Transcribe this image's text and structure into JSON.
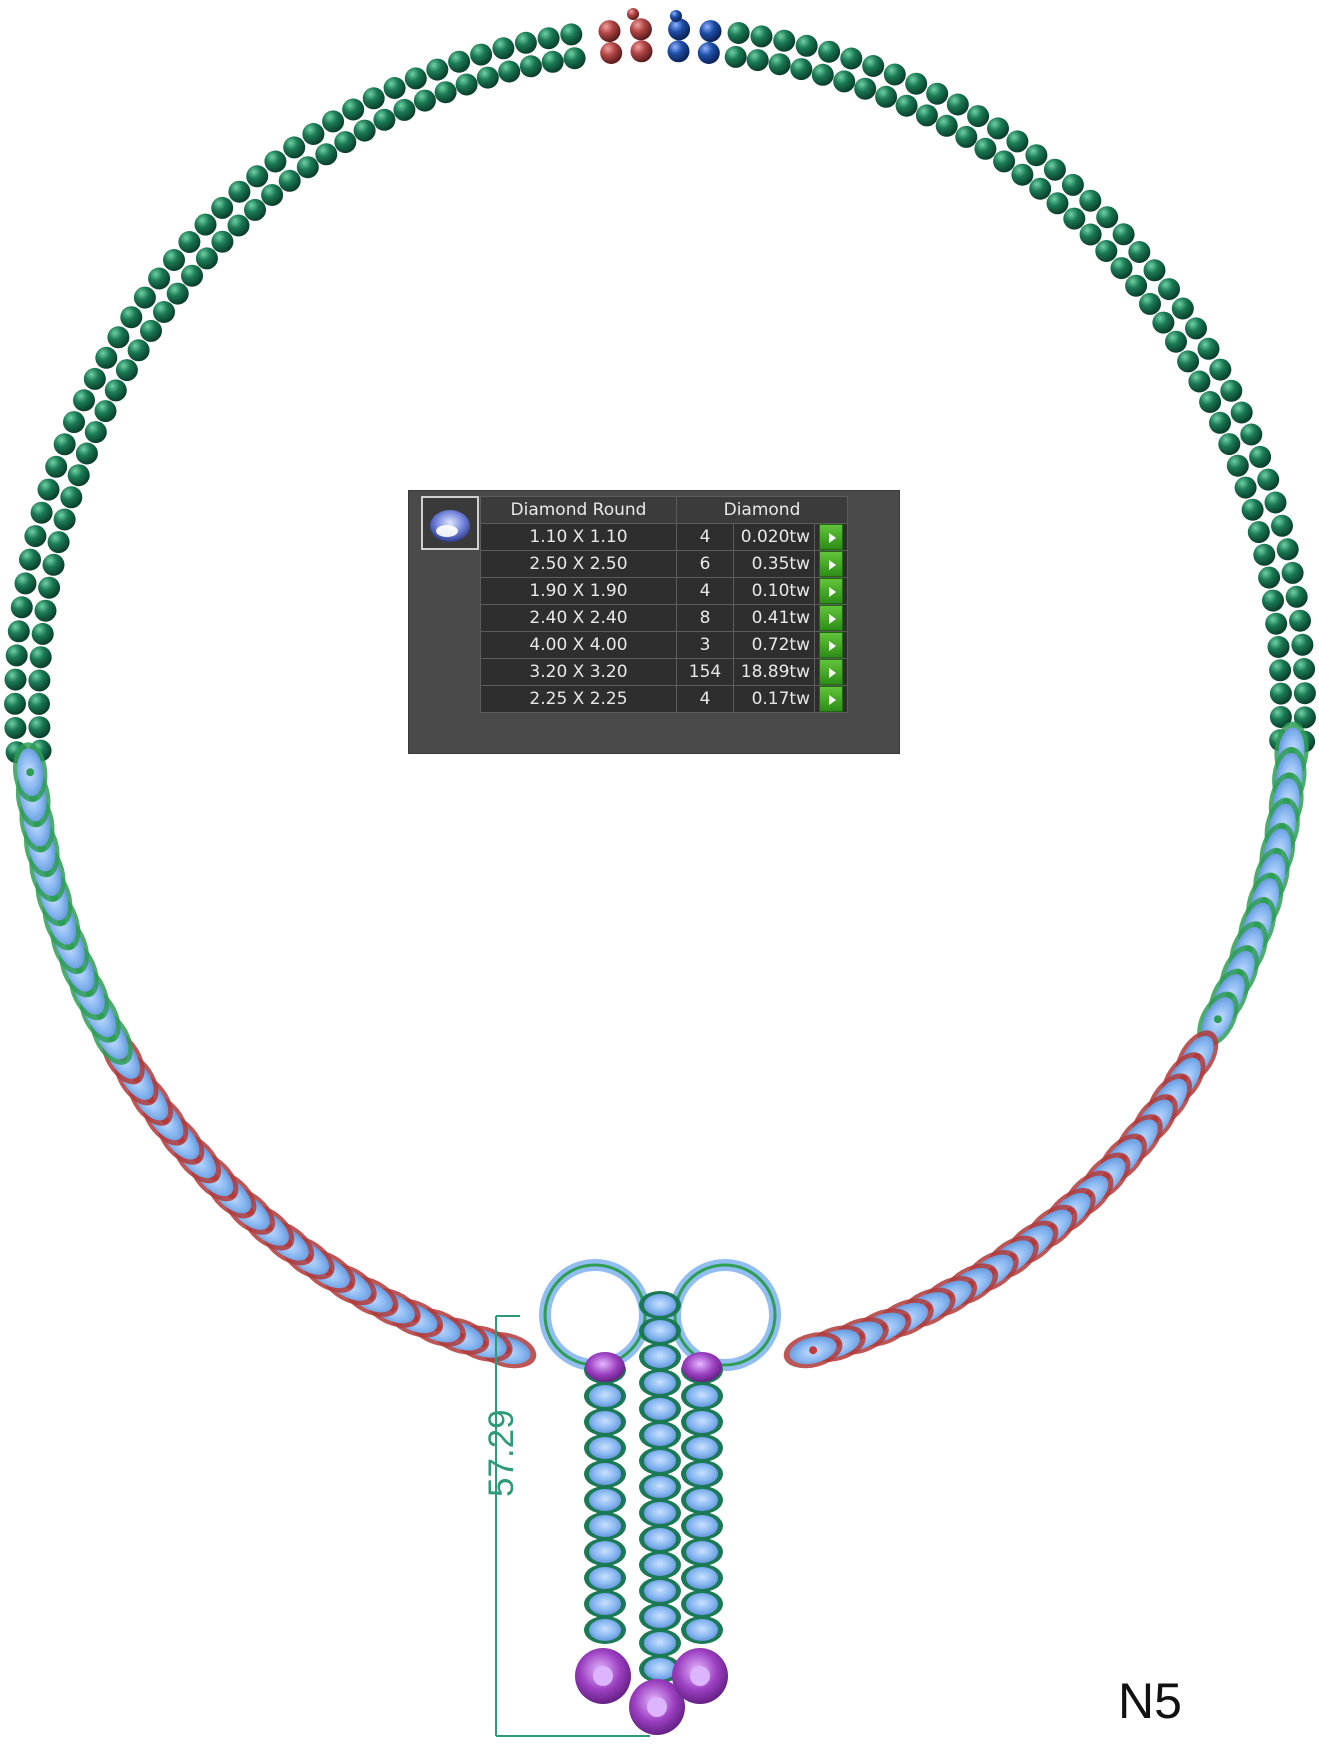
{
  "table": {
    "header_shape": "Diamond Round",
    "header_material": "Diamond",
    "thumbnail_icon": "round-gem-icon",
    "rows": [
      {
        "size": "1.10 X 1.10",
        "count": "4",
        "weight": "0.020tw"
      },
      {
        "size": "2.50 X 2.50",
        "count": "6",
        "weight": "0.35tw"
      },
      {
        "size": "1.90 X 1.90",
        "count": "4",
        "weight": "0.10tw"
      },
      {
        "size": "2.40 X 2.40",
        "count": "8",
        "weight": "0.41tw"
      },
      {
        "size": "4.00 X 4.00",
        "count": "3",
        "weight": "0.72tw"
      },
      {
        "size": "3.20 X 3.20",
        "count": "154",
        "weight": "18.89tw"
      },
      {
        "size": "2.25 X 2.25",
        "count": "4",
        "weight": "0.17tw"
      }
    ]
  },
  "dimension": {
    "value": "57.29"
  },
  "model_label": "N5",
  "colors": {
    "bead_green": "#16704e",
    "gem_blue": "#86b6f0",
    "setting_green": "#2e9e55",
    "setting_red": "#b23a3a",
    "clasp_red": "#b24646",
    "clasp_blue": "#1f4fa8",
    "drop_purple": "#9b3fc0",
    "dimension_line": "#2e9a7a",
    "arrow_button": "#3fa020"
  }
}
